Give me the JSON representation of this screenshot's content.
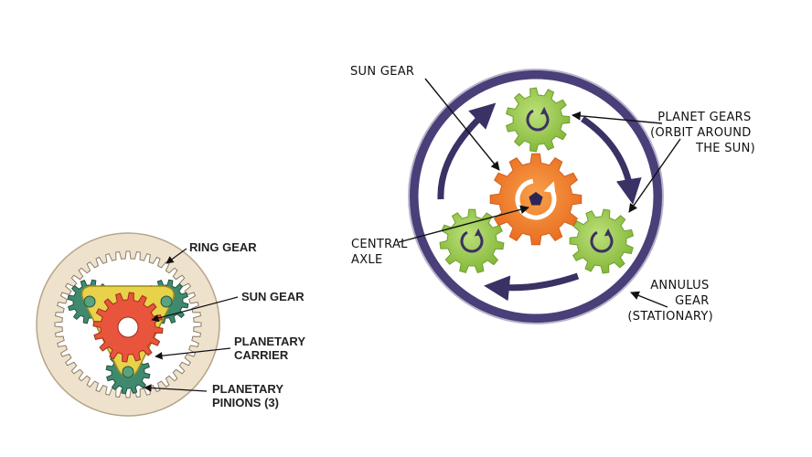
{
  "left_diagram": {
    "labels": {
      "ring_gear": "RING GEAR",
      "sun_gear": "SUN GEAR",
      "planetary_carrier": [
        "PLANETARY",
        "CARRIER"
      ],
      "planetary_pinions": [
        "PLANETARY",
        "PINIONS (3)"
      ]
    },
    "colors": {
      "ring": "#efe2cc",
      "carrier": "#e8d24a",
      "sun": "#e8553c",
      "pinion": "#3f8a6e"
    }
  },
  "right_diagram": {
    "labels": {
      "sun_gear": "SUN GEAR",
      "planet_gears": [
        "PLANET GEARS",
        "(ORBIT AROUND",
        "THE SUN)"
      ],
      "central_axle": [
        "CENTRAL",
        "AXLE"
      ],
      "annulus_gear": [
        "ANNULUS",
        "GEAR",
        "(STATIONARY)"
      ]
    },
    "colors": {
      "annulus": "#4a3f78",
      "sun": "#f07d2c",
      "planet": "#96c846",
      "arrow": "#3a3165"
    },
    "icons": [
      "rotate-arrow-icon",
      "pentagon-axle-icon"
    ]
  }
}
